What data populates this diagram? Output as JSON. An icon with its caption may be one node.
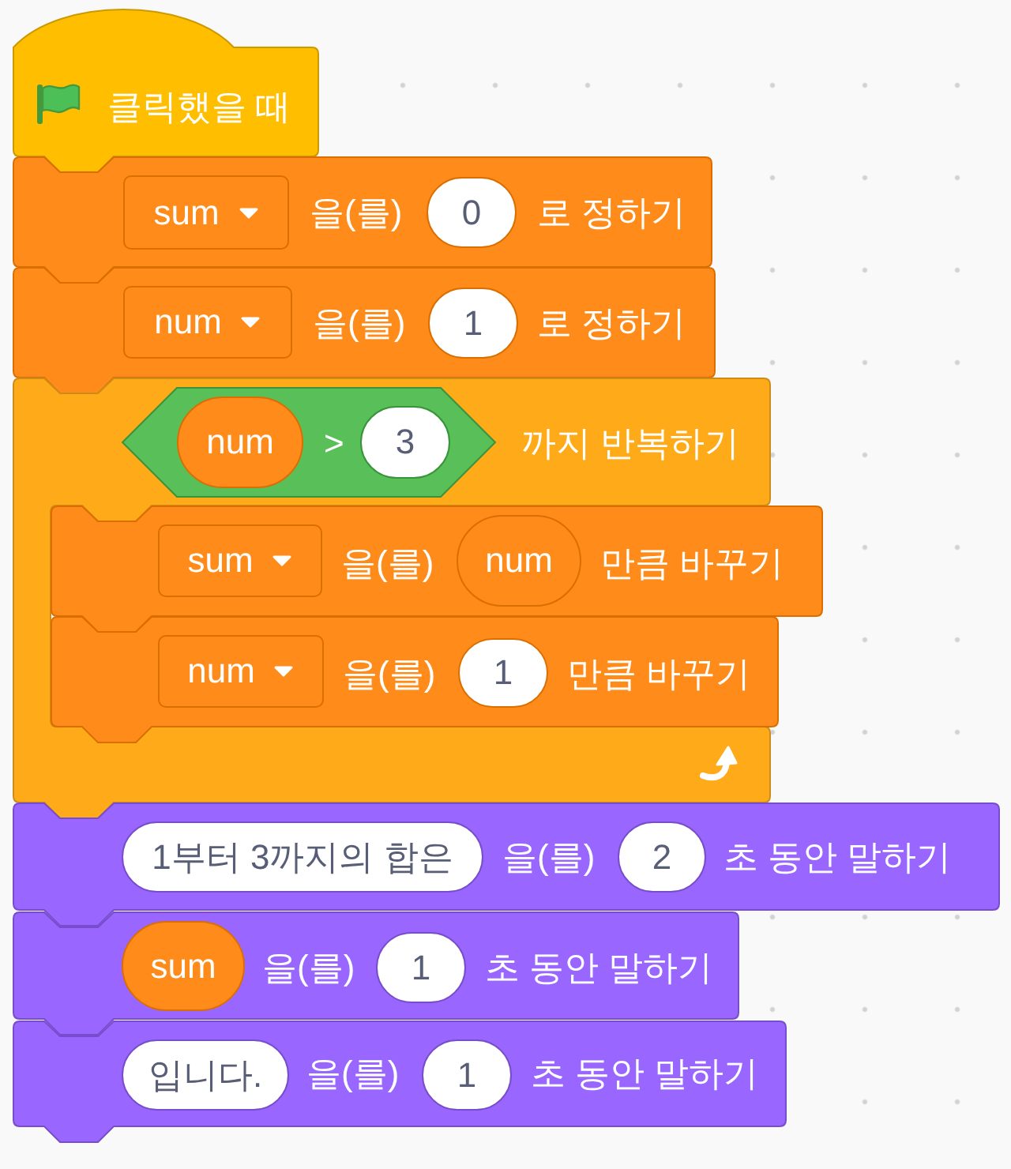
{
  "diagram": {
    "nodes": [
      {
        "text": [
          "클릭했을 때"
        ]
      },
      {
        "text": [
          "을(를)",
          "로 정하기"
        ]
      },
      {
        "text": [
          "sum"
        ],
        "in": 1
      },
      {
        "text": [
          "0"
        ],
        "in": 1
      },
      {
        "text": [
          "을(를)",
          "로 정하기"
        ]
      },
      {
        "text": [
          "num"
        ],
        "in": 4
      },
      {
        "text": [
          "1"
        ],
        "in": 4
      },
      {
        "text": [
          "까지 반복하기"
        ]
      },
      {
        "text": [
          ">"
        ],
        "in": 7
      },
      {
        "text": [
          "num"
        ],
        "in": 8
      },
      {
        "text": [
          "3"
        ],
        "in": 8
      },
      {
        "text": [
          "을(를)",
          "만큼 바꾸기"
        ],
        "in": 7
      },
      {
        "text": [
          "sum"
        ],
        "in": 11
      },
      {
        "text": [
          "num"
        ],
        "in": 11
      },
      {
        "text": [
          "을(를)",
          "만큼 바꾸기"
        ],
        "in": 7
      },
      {
        "text": [
          "num"
        ],
        "in": 14
      },
      {
        "text": [
          "1"
        ],
        "in": 14
      },
      {
        "text": [
          "을(를)",
          "초 동안 말하기"
        ]
      },
      {
        "text": [
          "1부터 3까지의 합은"
        ],
        "in": 17
      },
      {
        "text": [
          "2"
        ],
        "in": 17
      },
      {
        "text": [
          "을(를)",
          "초 동안 말하기"
        ]
      },
      {
        "text": [
          "sum"
        ],
        "in": 20
      },
      {
        "text": [
          "1"
        ],
        "in": 20
      },
      {
        "text": [
          "을(를)",
          "초 동안 말하기"
        ]
      },
      {
        "text": [
          "입니다."
        ],
        "in": 23
      },
      {
        "text": [
          "1"
        ],
        "in": 23
      }
    ]
  }
}
